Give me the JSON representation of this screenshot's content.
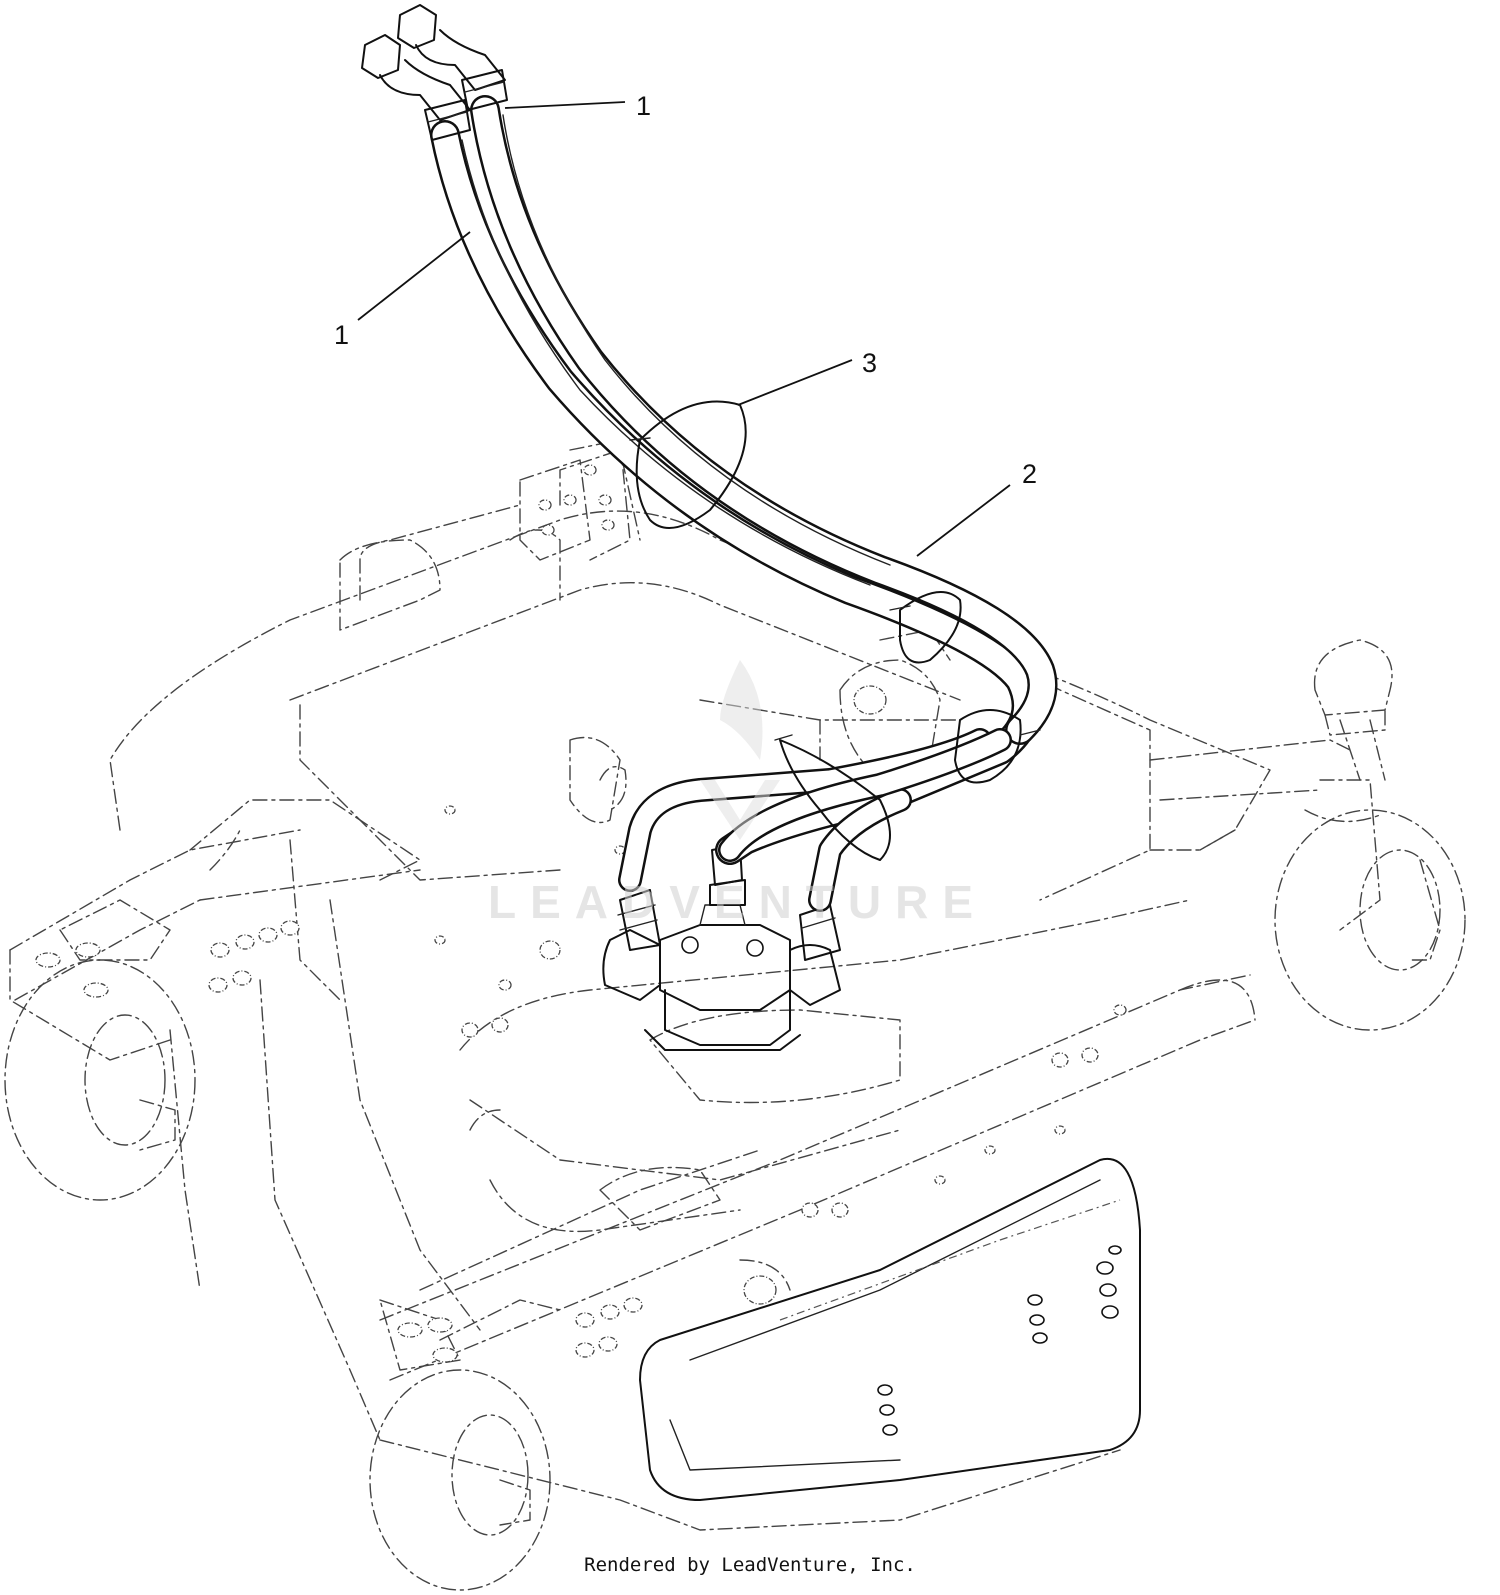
{
  "callouts": [
    {
      "id": "callout-1-upper",
      "label": "1"
    },
    {
      "id": "callout-1-lower",
      "label": "1"
    },
    {
      "id": "callout-3",
      "label": "3"
    },
    {
      "id": "callout-2",
      "label": "2"
    }
  ],
  "watermark": {
    "text": "LEADVENTURE"
  },
  "credit": {
    "text": "Rendered by LeadVenture, Inc."
  }
}
